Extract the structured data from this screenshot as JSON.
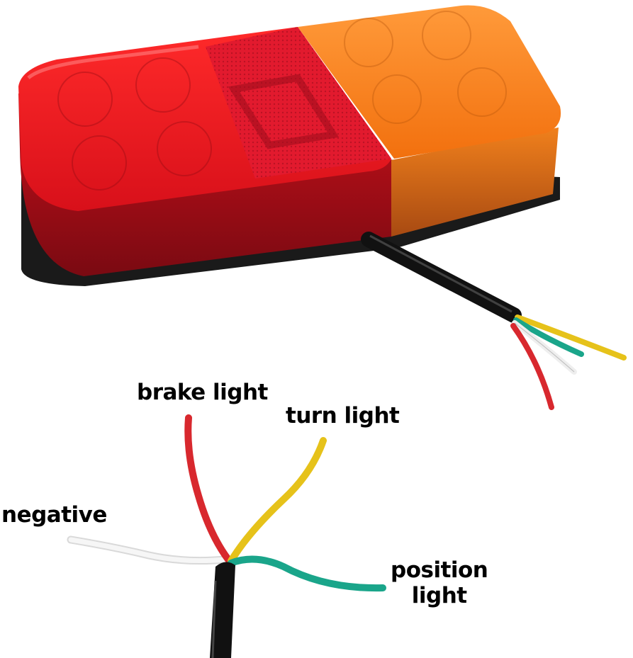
{
  "scene": {
    "subject": "trailer-tail-light-with-wires",
    "lamp_colors": {
      "red": "#e0141c",
      "amber": "#f57a10",
      "reflector": "#c8102a",
      "base": "#1a1a1a"
    },
    "wire_colors": {
      "brake": "#d8282e",
      "turn": "#e6c21a",
      "negative": "#f2f2f2",
      "position": "#1aa58a",
      "cable": "#111111"
    }
  },
  "labels": {
    "brake": "brake light",
    "turn": "turn light",
    "negative": "negative",
    "position_line1": "position",
    "position_line2": "light"
  }
}
